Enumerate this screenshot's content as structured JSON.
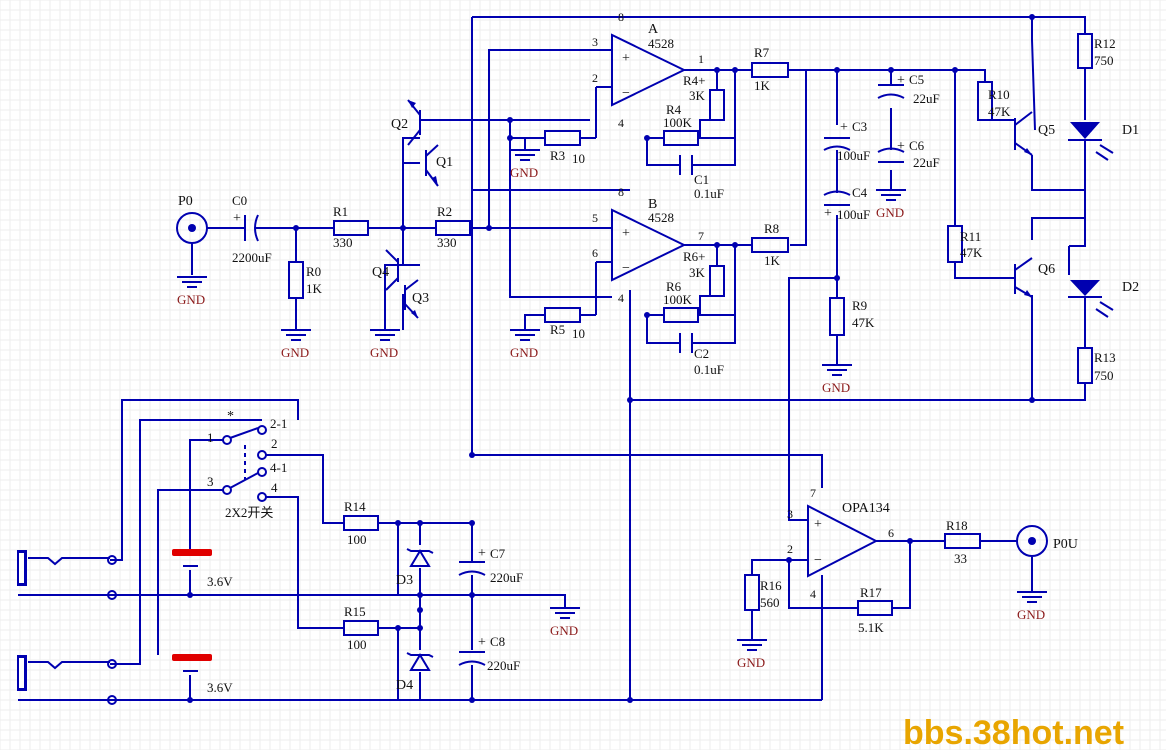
{
  "opamps": {
    "a": {
      "name": "A",
      "part": "4528",
      "pin_in_pos": "3",
      "pin_in_neg": "2",
      "pin_out": "1",
      "pin_v": "8",
      "pin_g": "4"
    },
    "b": {
      "name": "B",
      "part": "4528",
      "pin_in_pos": "5",
      "pin_in_neg": "6",
      "pin_out": "7",
      "pin_v": "8",
      "pin_g": "4"
    },
    "c": {
      "name": "OPA134",
      "pin_in_pos": "3",
      "pin_in_neg": "2",
      "pin_out": "6",
      "pin_v": "7",
      "pin_g": "4"
    }
  },
  "resistors": {
    "r0": {
      "name": "R0",
      "value": "1K"
    },
    "r1": {
      "name": "R1",
      "value": "330"
    },
    "r2": {
      "name": "R2",
      "value": "330"
    },
    "r3": {
      "name": "R3",
      "value": "10"
    },
    "r4": {
      "name": "R4",
      "value": "100K"
    },
    "r4p": {
      "name": "R4+",
      "value": "3K"
    },
    "r5": {
      "name": "R5",
      "value": "10"
    },
    "r6": {
      "name": "R6",
      "value": "100K"
    },
    "r6p": {
      "name": "R6+",
      "value": "3K"
    },
    "r7": {
      "name": "R7",
      "value": "1K"
    },
    "r8": {
      "name": "R8",
      "value": "1K"
    },
    "r9": {
      "name": "R9",
      "value": "47K"
    },
    "r10": {
      "name": "R10",
      "value": "47K"
    },
    "r11": {
      "name": "R11",
      "value": "47K"
    },
    "r12": {
      "name": "R12",
      "value": "750"
    },
    "r13": {
      "name": "R13",
      "value": "750"
    },
    "r14": {
      "name": "R14",
      "value": "100"
    },
    "r15": {
      "name": "R15",
      "value": "100"
    },
    "r16": {
      "name": "R16",
      "value": "560"
    },
    "r17": {
      "name": "R17",
      "value": "5.1K"
    },
    "r18": {
      "name": "R18",
      "value": "33"
    }
  },
  "capacitors": {
    "c0": {
      "name": "C0",
      "value": "2200uF"
    },
    "c1": {
      "name": "C1",
      "value": "0.1uF"
    },
    "c2": {
      "name": "C2",
      "value": "0.1uF"
    },
    "c3": {
      "name": "C3",
      "value": "100uF"
    },
    "c4": {
      "name": "C4",
      "value": "100uF"
    },
    "c5": {
      "name": "C5",
      "value": "22uF"
    },
    "c6": {
      "name": "C6",
      "value": "22uF"
    },
    "c7": {
      "name": "C7",
      "value": "220uF"
    },
    "c8": {
      "name": "C8",
      "value": "220uF"
    }
  },
  "transistors": {
    "q1": "Q1",
    "q2": "Q2",
    "q3": "Q3",
    "q4": "Q4",
    "q5": "Q5",
    "q6": "Q6"
  },
  "diodes": {
    "d1": "D1",
    "d2": "D2",
    "d3": "D3",
    "d4": "D4"
  },
  "ports": {
    "p0": "P0",
    "p0u": "P0U"
  },
  "batteries": {
    "b1": "3.6V",
    "b2": "3.6V"
  },
  "switch": {
    "label": "2X2开关",
    "star": "*",
    "pins": {
      "p1": "1",
      "p2": "2",
      "p3": "3",
      "p4": "4",
      "p21": "2-1",
      "p41": "4-1"
    }
  },
  "ground_label": "GND",
  "plus_sign": "+",
  "watermark": "bbs.38hot.net",
  "colors": {
    "wire": "#0000b0",
    "label": "#111111",
    "net_label": "#8b1a1a",
    "battery": "#e00000",
    "watermark": "#e8a500",
    "grid": "#eeeeee"
  }
}
